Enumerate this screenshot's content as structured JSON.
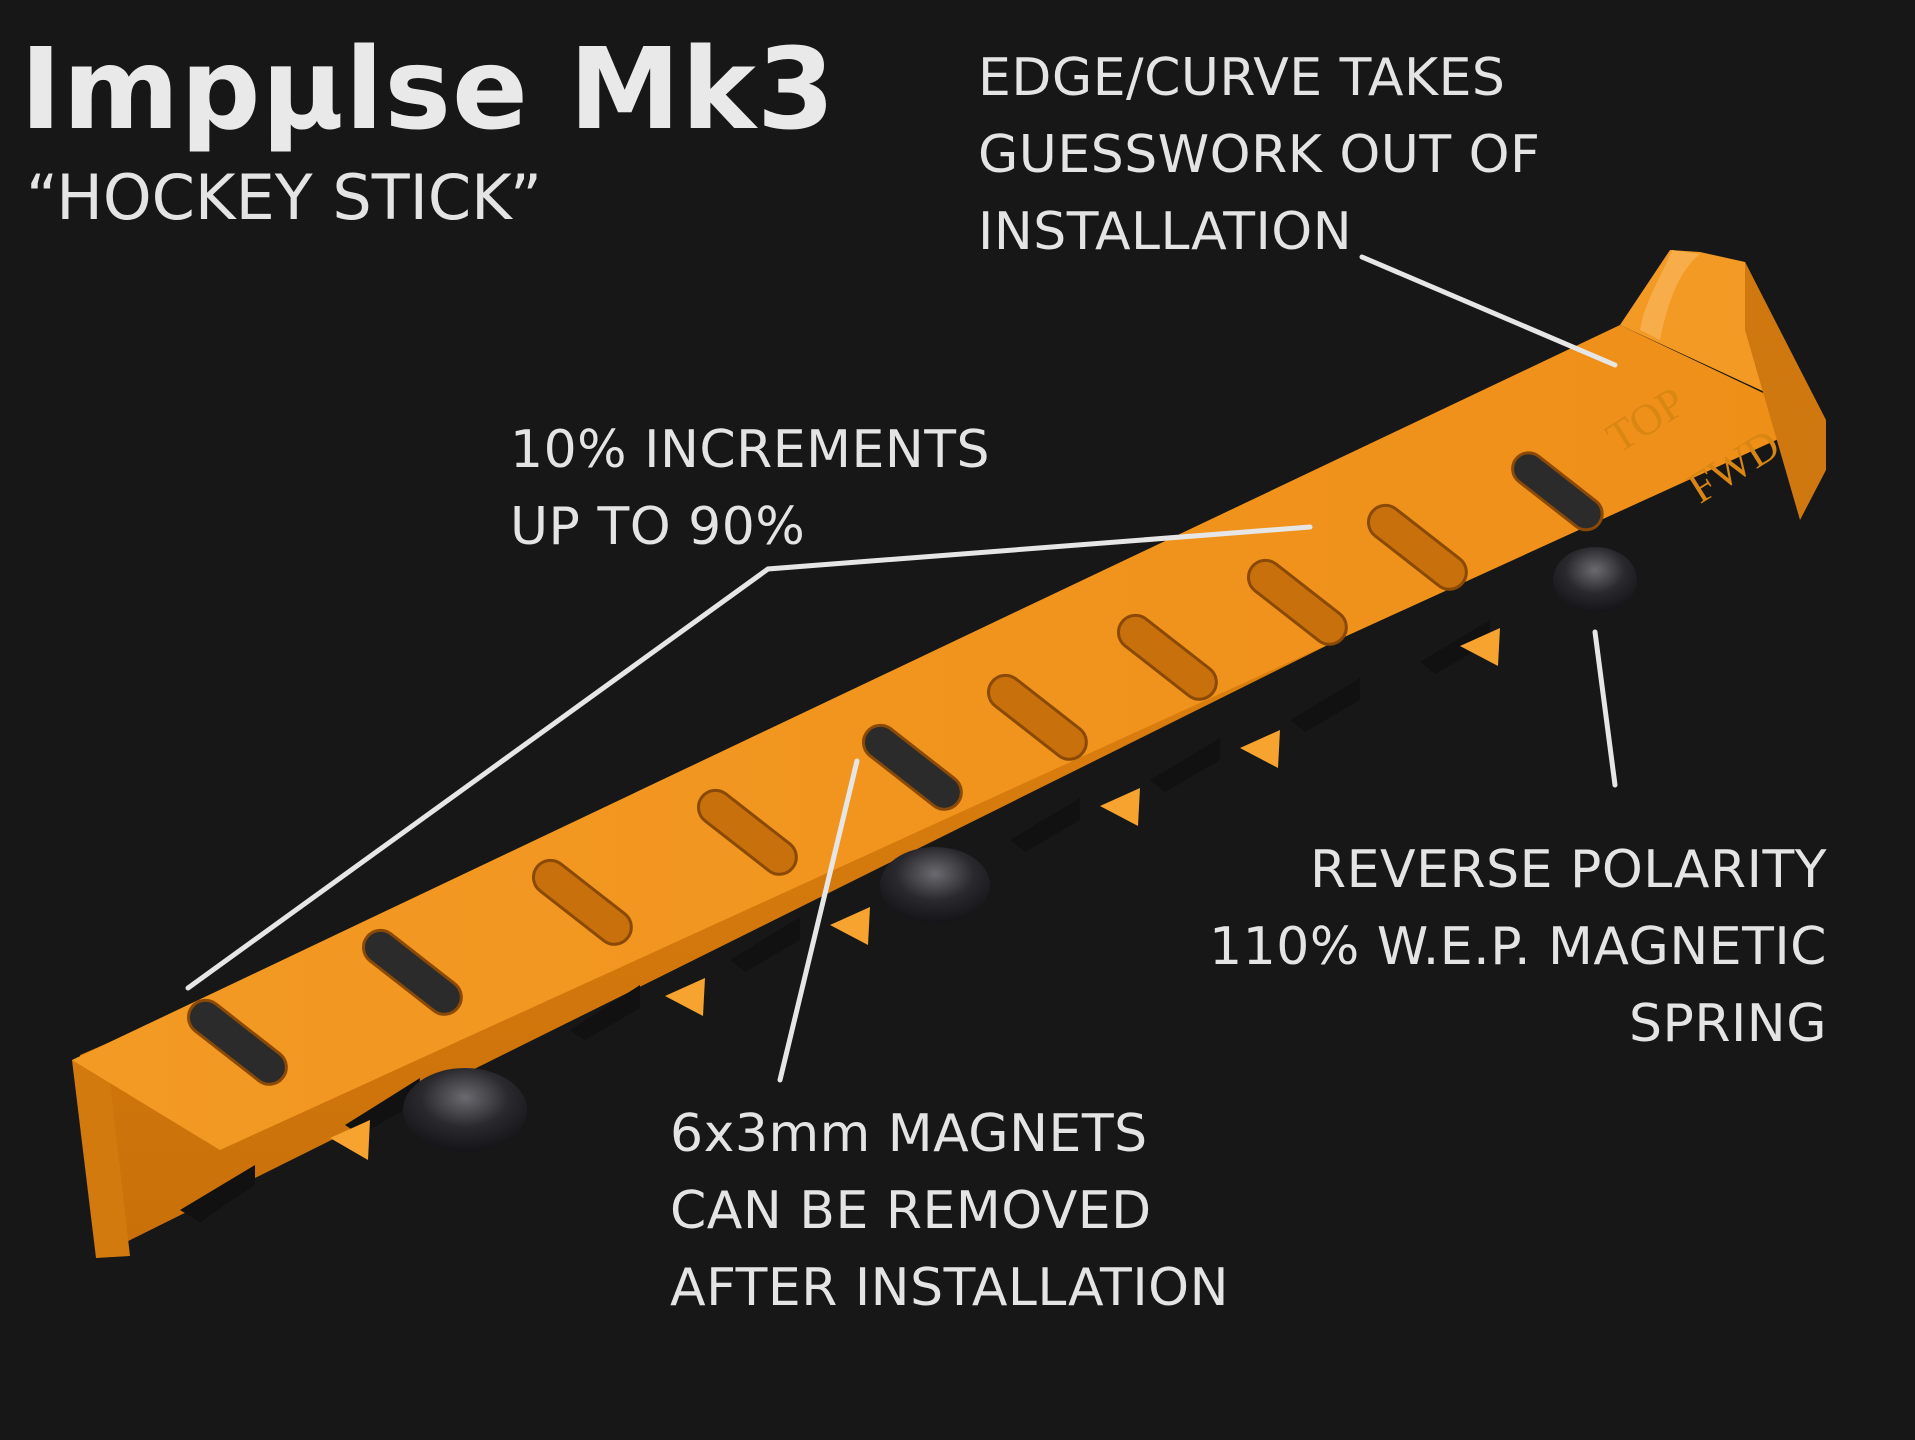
{
  "title": "Impµlse Mk3",
  "subtitle": "“HOCKEY STICK”",
  "callouts": {
    "edge_curve": [
      "EDGE/CURVE TAKES",
      "GUESSWORK OUT OF",
      "INSTALLATION"
    ],
    "increments": [
      "10% INCREMENTS",
      "UP TO 90%"
    ],
    "polarity": [
      "REVERSE POLARITY",
      "110% W.E.P. MAGNETIC",
      "SPRING"
    ],
    "magnets": [
      "6x3mm MAGNETS",
      "CAN BE REMOVED",
      "AFTER INSTALLATION"
    ]
  },
  "embossed_text": {
    "top": "TOP",
    "fwd": "FWD"
  },
  "colors": {
    "background": "#171717",
    "part_orange": "#f0921a",
    "part_shadow": "#c46f0c",
    "leader_lines": "#e6e6e6",
    "magnet": "#2a2a2e"
  }
}
